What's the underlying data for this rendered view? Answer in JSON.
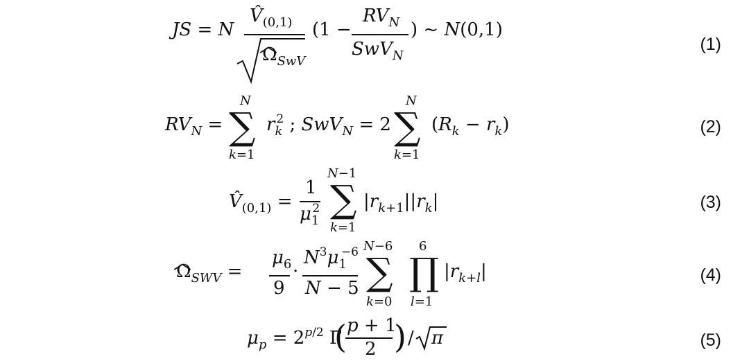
{
  "equations": [
    {
      "number": "(1)"
    },
    {
      "number": "(2)"
    },
    {
      "number": "(3)"
    },
    {
      "number": "(4)"
    },
    {
      "number": "(5)"
    }
  ]
}
